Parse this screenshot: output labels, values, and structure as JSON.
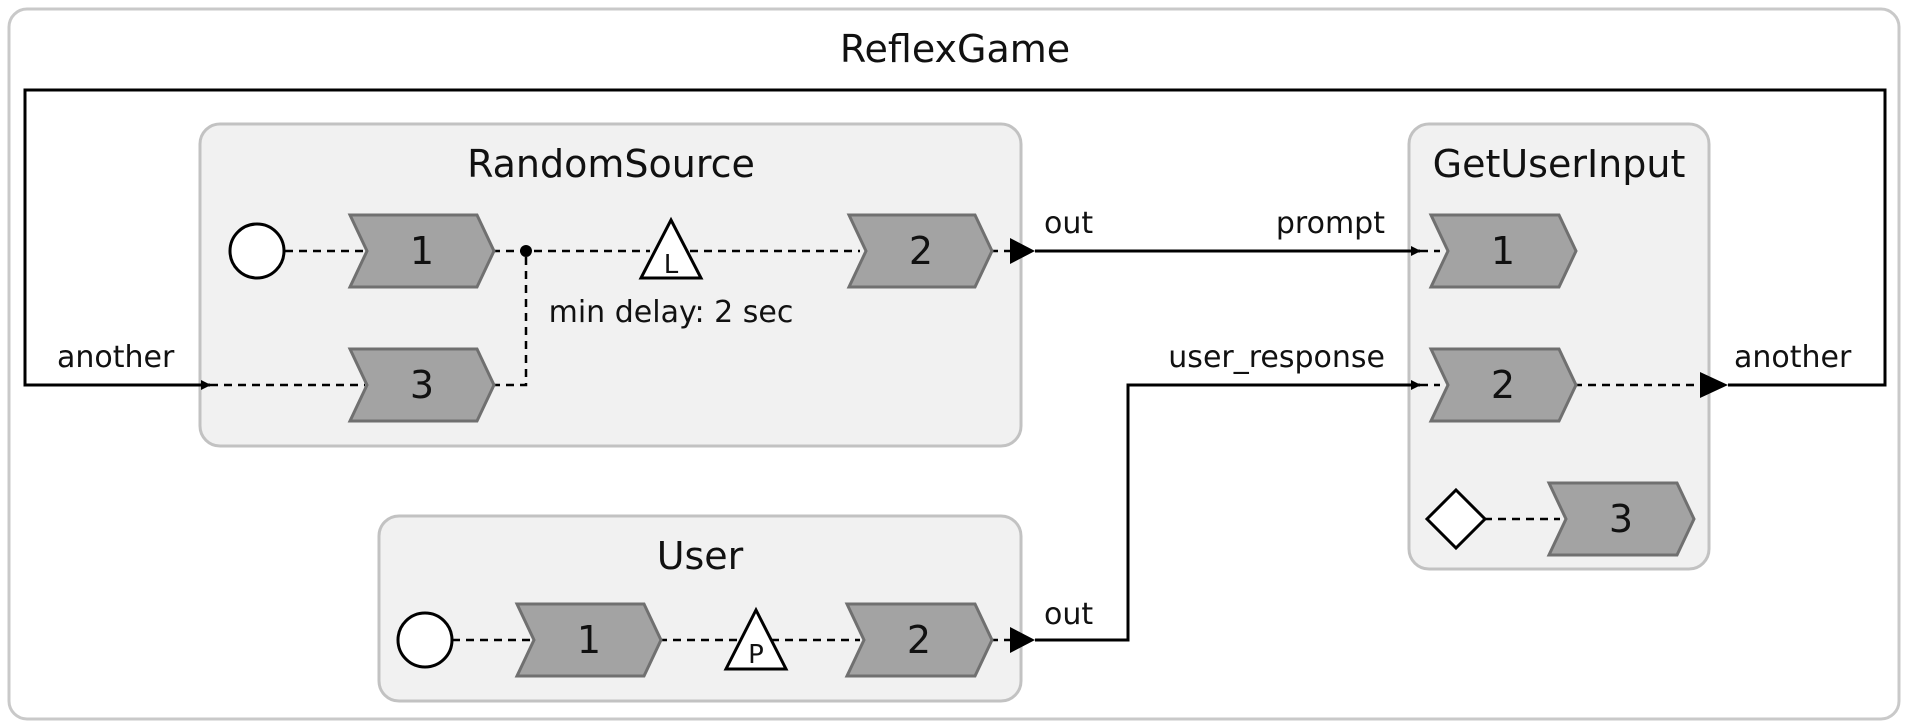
{
  "diagram": {
    "title": "ReflexGame",
    "reactors": {
      "random_source": {
        "title": "RandomSource",
        "reactions": [
          "1",
          "3",
          "2"
        ],
        "action_symbol": "L",
        "action_label": "min delay: 2 sec",
        "output_port": "out"
      },
      "get_user_input": {
        "title": "GetUserInput",
        "reactions": [
          "1",
          "2",
          "3"
        ],
        "input_ports": [
          "prompt",
          "user_response"
        ],
        "output_port": "another"
      },
      "user": {
        "title": "User",
        "reactions": [
          "1",
          "2"
        ],
        "action_symbol": "P",
        "output_port": "out"
      }
    },
    "left_port_label": "another"
  },
  "colors": {
    "container_border": "#c9c9c9",
    "reactor_fill": "#f1f1f1",
    "reaction_fill": "#a3a3a3",
    "line": "#000000"
  },
  "icons": [
    "startup-circle-icon",
    "shutdown-diamond-icon",
    "logical-action-triangle-icon",
    "physical-action-triangle-icon",
    "port-arrow-icon"
  ]
}
